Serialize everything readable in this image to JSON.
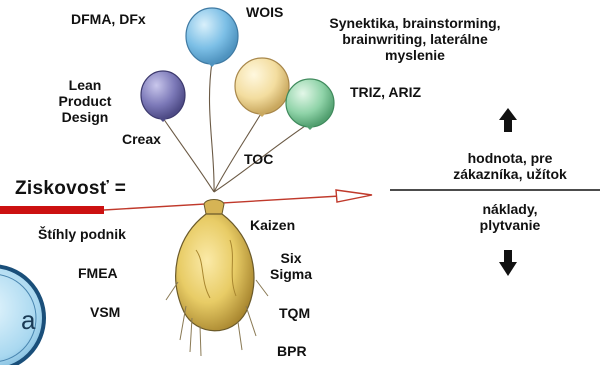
{
  "colors": {
    "balloon_purple": "#7c79b8",
    "balloon_blue": "#7cbfe6",
    "balloon_cream": "#f3dd9f",
    "balloon_green": "#8fd3a8",
    "profit_bar": "#cc1111",
    "arrow": "#c0392b",
    "sack": "#e8cc66",
    "text": "#111111"
  },
  "balloons": [
    {
      "name": "purple",
      "color": "#7c79b8"
    },
    {
      "name": "blue",
      "color": "#7cbfe6"
    },
    {
      "name": "cream",
      "color": "#f3dd9f"
    },
    {
      "name": "green",
      "color": "#8fd3a8"
    }
  ],
  "labels": {
    "dfma": "DFMA, DFx",
    "wois": "WOIS",
    "synektika_1": "Synektika, brainstorming,",
    "synektika_2": "brainwriting, laterálne",
    "synektika_3": "myslenie",
    "triz": "TRIZ, ARIZ",
    "lean_1": "Lean",
    "lean_2": "Product",
    "lean_3": "Design",
    "creax": "Creax",
    "toc": "TOC",
    "profit": "Ziskovosť =",
    "stihly": "Štíhly podnik",
    "kaizen": "Kaizen",
    "six_1": "Six",
    "six_2": "Sigma",
    "fmea": "FMEA",
    "vsm": "VSM",
    "tqm": "TQM",
    "bpr": "BPR",
    "numerator_1": "hodnota, pre",
    "numerator_2": "zákazníka, užítok",
    "denominator_1": "náklady,",
    "denominator_2": "plytvanie",
    "badge_fragment": "a"
  },
  "icons": {
    "up": "arrow-up-icon",
    "down": "arrow-down-icon"
  }
}
